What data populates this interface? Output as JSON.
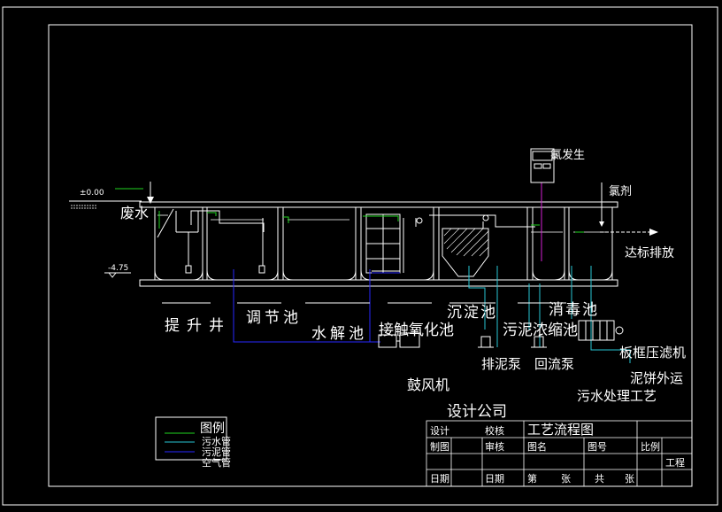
{
  "labels": {
    "chlorine_generator": "氯发生",
    "chlorinating_agent": "氯剂",
    "waste_water": "废水",
    "discharge": "达标排放",
    "elev_zero": "±0.00",
    "elev_bottom": "-4.75",
    "tank_lift": "提升井",
    "tank_equalize": "调节池",
    "tank_hydrolysis": "水解池",
    "tank_contact": "接触氧化池",
    "tank_sediment": "沉淀池",
    "tank_disinfect": "消毒池",
    "tank_sludge": "污泥浓缩池",
    "blower": "鼓风机",
    "sludge_pump": "排泥泵",
    "return_pump": "回流泵",
    "filter_press": "板框压滤机",
    "sludge_cake": "泥饼外运",
    "company": "设计公司"
  },
  "legend": {
    "title": "图例",
    "items": [
      "污水管",
      "污泥管",
      "空气管"
    ]
  },
  "title_block": {
    "project_title": "工艺流程图",
    "drawing_title": "污水处理工艺",
    "cells": [
      "设计",
      "制图",
      "校核",
      "审核",
      "日期",
      "日期",
      "图名",
      "图号",
      "第",
      "张",
      "共",
      "张",
      "比例",
      "工程"
    ]
  },
  "colors": {
    "outline": "#ffffff",
    "green": "#21d421",
    "cyan": "#27c6d4",
    "blue": "#2828ff",
    "magenta": "#d41fd4",
    "ground": "#c8c8c8"
  }
}
